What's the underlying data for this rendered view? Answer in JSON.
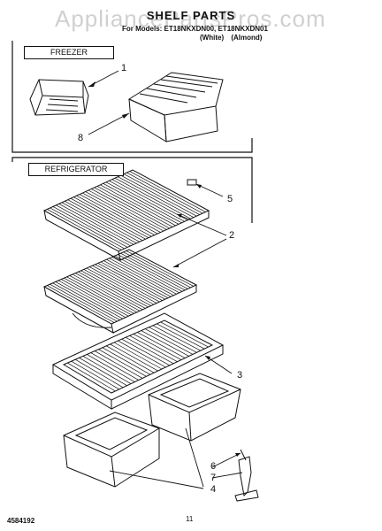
{
  "watermark": "AppliancePartsPros.com",
  "header": {
    "title": "SHELF PARTS",
    "subtitle": "For Models: ET18NKXDN00, ET18NKXDN01",
    "colors": "(White) (Almond)"
  },
  "sections": {
    "freezer_label": "FREEZER",
    "refrigerator_label": "REFRIGERATOR"
  },
  "callouts": {
    "c1": "1",
    "c8": "8",
    "c5": "5",
    "c2": "2",
    "c3": "3",
    "c6": "6",
    "c7": "7",
    "c4": "4"
  },
  "footer": {
    "doc_number": "4584192",
    "page_number": "11"
  }
}
